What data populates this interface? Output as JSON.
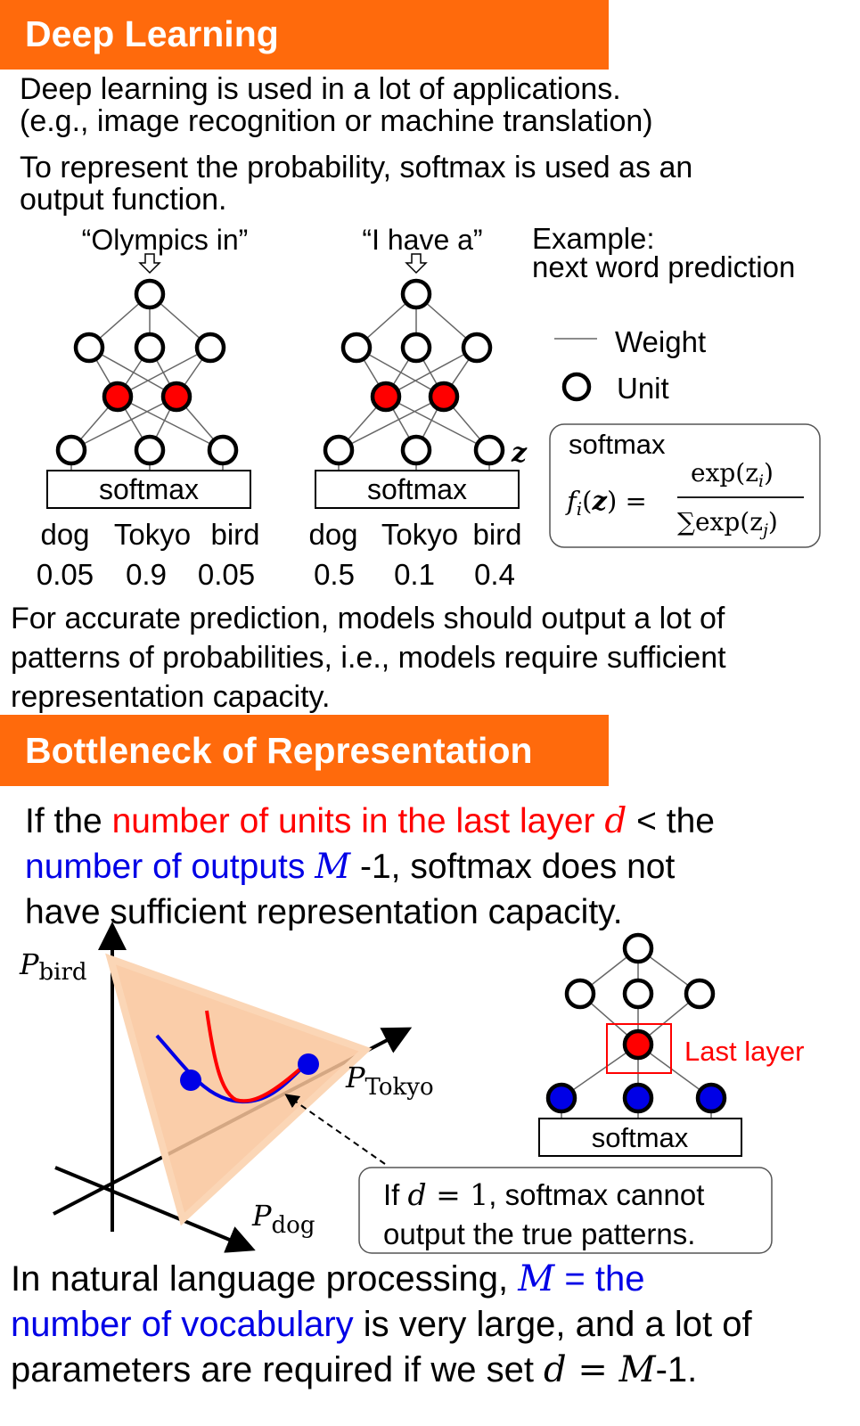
{
  "section1": {
    "title": "Deep Learning",
    "para1_line1": "Deep learning is used in a lot of applications.",
    "para1_line2": "(e.g., image recognition or machine translation)",
    "para2_line1": "To represent the probability, softmax is used as an",
    "para2_line2": "output function.",
    "example_line1": "Example:",
    "example_line2": "next word prediction",
    "net1": {
      "input": "“Olympics in”",
      "softmax": "softmax",
      "words": [
        "dog",
        "Tokyo",
        "bird"
      ],
      "probs": [
        "0.05",
        "0.9",
        "0.05"
      ]
    },
    "net2": {
      "input": "“I have a”",
      "softmax": "softmax",
      "words": [
        "dog",
        "Tokyo",
        "bird"
      ],
      "probs": [
        "0.5",
        "0.1",
        "0.4"
      ],
      "z_label": "z"
    },
    "legend": {
      "weight": "Weight",
      "unit": "Unit"
    },
    "formula": {
      "title": "softmax",
      "lhs": "f",
      "lhs_sub": "i",
      "arg": "z",
      "num": "exp(z",
      "num_sub": "i",
      "den": "∑exp(z",
      "den_sub": "j"
    },
    "para3_line1": "For accurate prediction, models should output a lot of",
    "para3_line2": "patterns of probabilities, i.e., models require sufficient",
    "para3_line3": "representation capacity."
  },
  "section2": {
    "title": "Bottleneck of Representation",
    "l1_a": "If the ",
    "l1_red": "number of units in the last layer ",
    "l1_var": "d",
    "l1_b": " < the",
    "l2_blue": "number of outputs ",
    "l2_var": "M",
    "l2_b": " -1, softmax does not",
    "l3": "have sufficient representation capacity.",
    "axes": {
      "bird": "bird",
      "tokyo": "Tokyo",
      "dog": "dog",
      "p": "P"
    },
    "last_layer": "Last layer",
    "softmax": "softmax",
    "note_a": "If ",
    "note_var": "d",
    "note_eq": " = 1",
    "note_b": ", softmax cannot",
    "note_line2": "output the true patterns.",
    "b1_a": "In natural language processing, ",
    "b1_var": "M",
    "b1_blue": " = the",
    "b2_blue": "number of vocabulary",
    "b2_b": " is very large, and a lot of",
    "b3_a": "parameters are required if we set ",
    "b3_var1": "d",
    "b3_eq": " = ",
    "b3_var2": "M",
    "b3_b": "-1."
  },
  "colors": {
    "banner": "#ff6a0c",
    "accent_red": "#ff0000",
    "accent_blue": "#0000e6",
    "simplex": "#f9c49a"
  }
}
